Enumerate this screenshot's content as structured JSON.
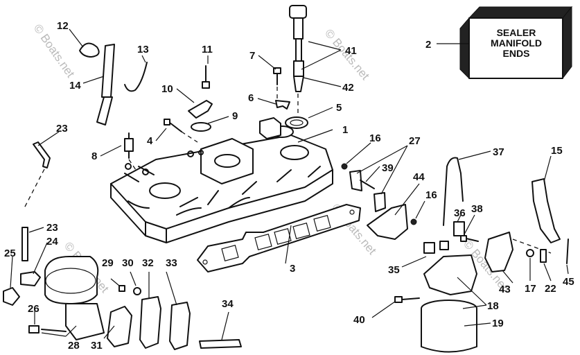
{
  "watermark": "© Boats.net",
  "box_label": {
    "line1": "SEALER",
    "line2": "MANIFOLD",
    "line3": "ENDS"
  },
  "callouts": {
    "n1": "1",
    "n2": "2",
    "n3": "3",
    "n4": "4",
    "n5": "5",
    "n6": "6",
    "n7": "7",
    "n8": "8",
    "n9": "9",
    "n10": "10",
    "n11": "11",
    "n12": "12",
    "n13": "13",
    "n14": "14",
    "n15": "15",
    "n16": "16",
    "n17": "17",
    "n18": "18",
    "n19": "19",
    "n20": "22",
    "n21": "23",
    "n22": "24",
    "n23": "25",
    "n24": "26",
    "n25": "27",
    "n26": "28",
    "n27": "29",
    "n28": "30",
    "n29": "31",
    "n30": "32",
    "n31": "33",
    "n32": "34",
    "n33": "35",
    "n34": "36",
    "n35": "37",
    "n36": "38",
    "n37": "39",
    "n38": "40",
    "n39": "41",
    "n40": "42",
    "n41": "43",
    "n42": "44",
    "n43": "45"
  }
}
